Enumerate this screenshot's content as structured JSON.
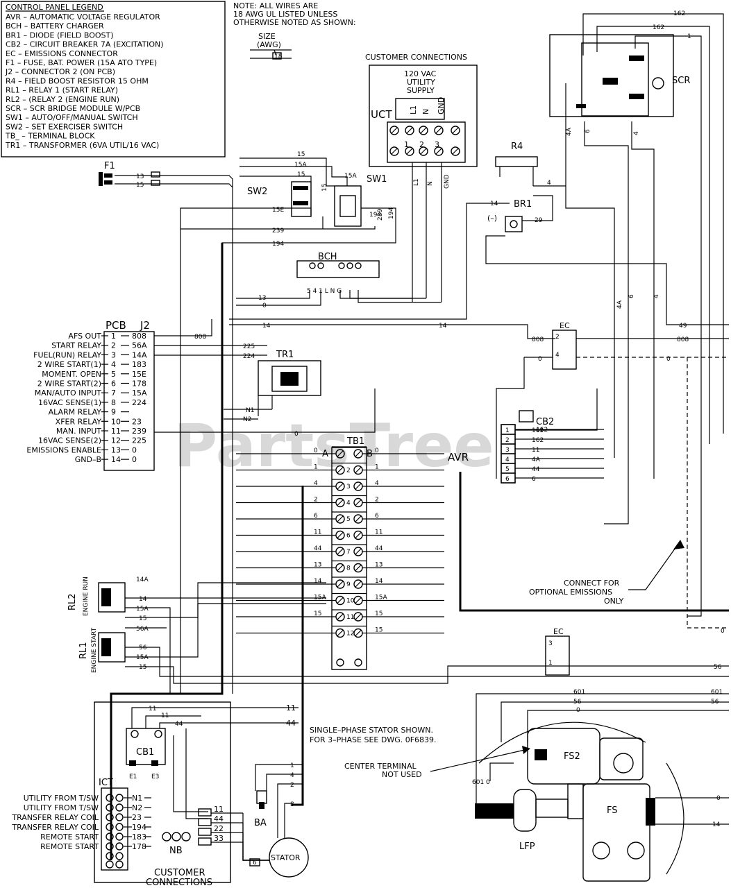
{
  "watermark": "PartsTree",
  "legend": {
    "title": "CONTROL PANEL LEGEND",
    "items": [
      "AVR – AUTOMATIC VOLTAGE REGULATOR",
      "BCH – BATTERY CHARGER",
      "BR1 – DIODE (FIELD BOOST)",
      "CB2 – CIRCUIT BREAKER 7A (EXCITATION)",
      "EC – EMISSIONS CONNECTOR",
      "F1 – FUSE, BAT. POWER (15A ATO TYPE)",
      "J2 – CONNECTOR 2 (ON PCB)",
      "R4 – FIELD BOOST RESISTOR 15 OHM",
      "RL1 – RELAY 1 (START RELAY)",
      "RL2 – (RELAY 2 (ENGINE RUN)",
      "SCR – SCR BRIDGE MODULE W/PCB",
      "SW1 – AUTO/OFF/MANUAL SWITCH",
      "SW2 – SET EXERCISER SWITCH",
      "TB_ – TERMINAL BLOCK",
      "TR1 – TRANSFORMER (6VA UTIL/16 VAC)"
    ]
  },
  "note": {
    "lines": [
      "NOTE: ALL WIRES ARE",
      "18 AWG UL LISTED UNLESS",
      "OTHERWISE NOTED AS SHOWN:"
    ],
    "size_label": "SIZE",
    "awg_label": "(AWG)",
    "awg_value": "18"
  },
  "customer_connections_top": {
    "title": "CUSTOMER CONNECTIONS",
    "supply": [
      "120 VAC",
      "UTILITY",
      "SUPPLY"
    ],
    "block": "UCT",
    "terminals": [
      "L1",
      "N",
      "GND"
    ],
    "numbers": [
      "1",
      "2",
      "3"
    ],
    "wire_labels": [
      "L1",
      "N",
      "GND"
    ]
  },
  "components": {
    "f1": "F1",
    "sw1": "SW1",
    "sw2": "SW2",
    "bch": "BCH",
    "bch_terms": "5 4   1 L N G",
    "r4": "R4",
    "br1": "BR1",
    "br1_minus": "(–)",
    "scr": "SCR",
    "tr1": "TR1",
    "ec": "EC",
    "cb2": "CB2",
    "avr": "AVR",
    "tb1": "TB1",
    "tb1_a": "A",
    "tb1_b": "B",
    "rl2": "RL2",
    "rl2_sub": "ENGINE RUN",
    "rl1": "RL1",
    "rl1_sub": "ENGINE START",
    "cb1": "CB1",
    "cb1_e1": "E1",
    "cb1_e3": "E3",
    "ict": "ICT",
    "nb": "NB",
    "ba": "BA",
    "stator": "STATOR",
    "fs2": "FS2",
    "fs": "FS",
    "lfp": "LFP"
  },
  "pcb": {
    "title": "PCB",
    "connector": "J2",
    "pins": [
      {
        "name": "AFS OUT",
        "pin": "1",
        "wire": "808"
      },
      {
        "name": "START RELAY",
        "pin": "2",
        "wire": "56A"
      },
      {
        "name": "FUEL(RUN) RELAY",
        "pin": "3",
        "wire": "14A"
      },
      {
        "name": "2 WIRE START(1)",
        "pin": "4",
        "wire": "183"
      },
      {
        "name": "MOMENT. OPEN",
        "pin": "5",
        "wire": "15E"
      },
      {
        "name": "2 WIRE START(2)",
        "pin": "6",
        "wire": "178"
      },
      {
        "name": "MAN/AUTO INPUT",
        "pin": "7",
        "wire": "15A"
      },
      {
        "name": "16VAC SENSE(1)",
        "pin": "8",
        "wire": "224"
      },
      {
        "name": "ALARM RELAY",
        "pin": "9",
        "wire": ""
      },
      {
        "name": "XFER RELAY",
        "pin": "10",
        "wire": "23"
      },
      {
        "name": "MAN. INPUT",
        "pin": "11",
        "wire": "239"
      },
      {
        "name": "16VAC SENSE(2)",
        "pin": "12",
        "wire": "225"
      },
      {
        "name": "EMISSIONS ENABLE",
        "pin": "13",
        "wire": "0"
      },
      {
        "name": "GND–B",
        "pin": "14",
        "wire": "0"
      }
    ]
  },
  "tb1_rows": [
    {
      "left": "0",
      "n": "",
      "right": "0"
    },
    {
      "left": "1",
      "n": "2",
      "right": "1"
    },
    {
      "left": "4",
      "n": "3",
      "right": "4"
    },
    {
      "left": "2",
      "n": "4",
      "right": "2"
    },
    {
      "left": "6",
      "n": "5",
      "right": "6"
    },
    {
      "left": "11",
      "n": "6",
      "right": "11"
    },
    {
      "left": "44",
      "n": "7",
      "right": "44"
    },
    {
      "left": "13",
      "n": "8",
      "right": "13"
    },
    {
      "left": "14",
      "n": "9",
      "right": "14"
    },
    {
      "left": "15A",
      "n": "10",
      "right": "15A"
    },
    {
      "left": "15",
      "n": "11",
      "right": "15"
    },
    {
      "left": "",
      "n": "12",
      "right": "15"
    }
  ],
  "avr_pins": [
    {
      "pin": "1",
      "wire": "162"
    },
    {
      "pin": "2",
      "wire": "162"
    },
    {
      "pin": "3",
      "wire": "11"
    },
    {
      "pin": "4",
      "wire": "4A"
    },
    {
      "pin": "5",
      "wire": "44"
    },
    {
      "pin": "6",
      "wire": "6"
    }
  ],
  "ict_rows": [
    {
      "label": "UTILITY FROM T/SW",
      "wire": "N1"
    },
    {
      "label": "UTILITY FROM T/SW",
      "wire": "N2"
    },
    {
      "label": "TRANSFER RELAY COIL",
      "wire": "23"
    },
    {
      "label": "TRANSFER RELAY COIL",
      "wire": "194"
    },
    {
      "label": "REMOTE START",
      "wire": "183"
    },
    {
      "label": "REMOTE START",
      "wire": "178"
    }
  ],
  "wire_labels": {
    "w162": "162",
    "w1": "1",
    "w4": "4",
    "w4a": "4A",
    "w6": "6",
    "w49": "49",
    "w808": "808",
    "w0": "0",
    "w14": "14",
    "w15": "15",
    "w15a": "15A",
    "w15e": "15E",
    "w13": "13",
    "w194": "194",
    "w239": "239",
    "w225": "225",
    "w224": "224",
    "w29": "29",
    "wn1": "N1",
    "wn2": "N2",
    "w56": "56",
    "w56a": "56A",
    "w14a": "14A",
    "w601": "601",
    "w6010": "601 0",
    "w11": "11",
    "w44": "44",
    "w2": "2",
    "w8": "8",
    "w22": "22",
    "w33": "33"
  },
  "notes": {
    "emissions": [
      "CONNECT FOR",
      "OPTIONAL EMISSIONS",
      "ONLY"
    ],
    "stator": [
      "SINGLE–PHASE STATOR SHOWN.",
      "FOR 3–PHASE SEE DWG. 0F6839."
    ],
    "center_terminal": [
      "CENTER TERMINAL",
      "NOT USED"
    ],
    "customer_bottom": [
      "CUSTOMER",
      "CONNECTIONS"
    ]
  }
}
